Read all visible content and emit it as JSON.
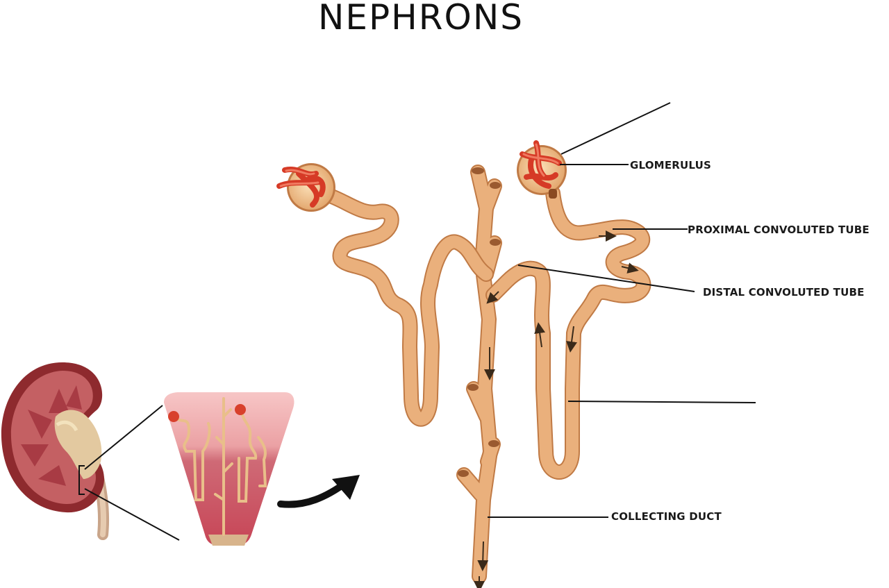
{
  "title": "NEPHRONS",
  "labels": {
    "glomerulus": "GLOMERULUS",
    "proximal": "PROXIMAL CONVOLUTED TUBE",
    "distal": "DISTAL CONVOLUTED TUBE",
    "collecting": "COLLECTING DUCT"
  },
  "colors": {
    "tubule": "#eab07c",
    "tubule_edge": "#c07a45",
    "vessel": "#e03c28",
    "kidney_outer": "#8e2a2e",
    "kidney_inner": "#b95457",
    "pyramid": "#d46668",
    "pelvis": "#e3c9a0",
    "zoom_top": "#f5bcbc",
    "zoom_bottom": "#c24a57",
    "leader": "#111111"
  }
}
